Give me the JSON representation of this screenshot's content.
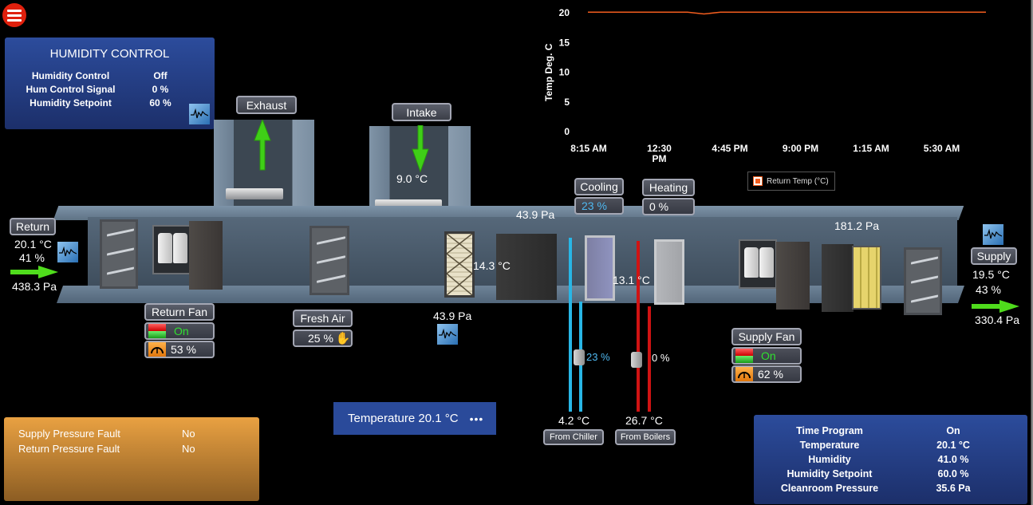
{
  "menu": {
    "icon": "hamburger-menu-icon"
  },
  "humidity_control": {
    "title": "HUMIDITY CONTROL",
    "rows": [
      {
        "label": "Humidity Control",
        "value": "Off"
      },
      {
        "label": "Hum Control Signal",
        "value": "0 %"
      },
      {
        "label": "Humidity Setpoint",
        "value": "60 %"
      }
    ],
    "trend_icon": "trend-chart-icon"
  },
  "exhaust": {
    "label": "Exhaust"
  },
  "intake": {
    "label": "Intake",
    "temperature": "9.0 °C"
  },
  "return": {
    "label": "Return",
    "temperature": "20.1 °C",
    "humidity": "41 %",
    "pressure": "438.3 Pa"
  },
  "return_fan": {
    "label": "Return Fan",
    "status": "On",
    "speed": "53 %"
  },
  "fresh_air": {
    "label": "Fresh Air",
    "value": "25 %",
    "mode_icon": "manual-hand-icon"
  },
  "filter_section": {
    "pressure_top": "43.9 Pa",
    "temperature": "14.3 °C",
    "pressure_bottom": "43.9 Pa"
  },
  "cooling": {
    "label": "Cooling",
    "value": "23 %",
    "valve_value": "23 %",
    "supply_temp": "4.2 °C",
    "source_label": "From Chiller",
    "color": "#4fb8f0"
  },
  "heating": {
    "label": "Heating",
    "value": "0 %",
    "valve_value": "0 %",
    "supply_temp": "26.7 °C",
    "source_label": "From Boilers"
  },
  "coil_section": {
    "temperature": "13.1 °C"
  },
  "supply_section": {
    "pressure": "181.2 Pa"
  },
  "supply": {
    "label": "Supply",
    "temperature": "19.5 °C",
    "humidity": "43 %",
    "pressure": "330.4 Pa"
  },
  "supply_fan": {
    "label": "Supply Fan",
    "status": "On",
    "speed": "62 %"
  },
  "faults": {
    "rows": [
      {
        "label": "Supply Pressure Fault",
        "value": "No"
      },
      {
        "label": "Return Pressure Fault",
        "value": "No"
      }
    ]
  },
  "temperature_bar": {
    "label": "Temperature 20.1 °C",
    "more": "•••"
  },
  "status": {
    "rows": [
      {
        "label": "Time Program",
        "value": "On"
      },
      {
        "label": "Temperature",
        "value": "20.1 °C"
      },
      {
        "label": "Humidity",
        "value": "41.0 %"
      },
      {
        "label": "Humidity Setpoint",
        "value": "60.0 %"
      },
      {
        "label": "Cleanroom Pressure",
        "value": "35.6 Pa"
      }
    ]
  },
  "chart_data": {
    "type": "line",
    "title": "",
    "xlabel": "",
    "ylabel": "Temp Deg. C",
    "ylim": [
      0,
      20
    ],
    "yticks": [
      "0",
      "5",
      "10",
      "15",
      "20"
    ],
    "xticks": [
      "8:15 AM",
      "12:30 PM",
      "4:45 PM",
      "9:00 PM",
      "1:15 AM",
      "5:30 AM"
    ],
    "x_hours": [
      0,
      2,
      4,
      6,
      7,
      8,
      10,
      12,
      14,
      16,
      18,
      20,
      22,
      24
    ],
    "series": [
      {
        "name": "Return Temp (°C)",
        "color": "#f25d1e",
        "values": [
          20.1,
          20.1,
          20.1,
          20.1,
          19.8,
          20.1,
          20.1,
          20.1,
          20.1,
          20.1,
          20.1,
          20.1,
          20.1,
          20.1
        ]
      }
    ],
    "legend": {
      "position": "bottom-center"
    },
    "grid": false
  }
}
